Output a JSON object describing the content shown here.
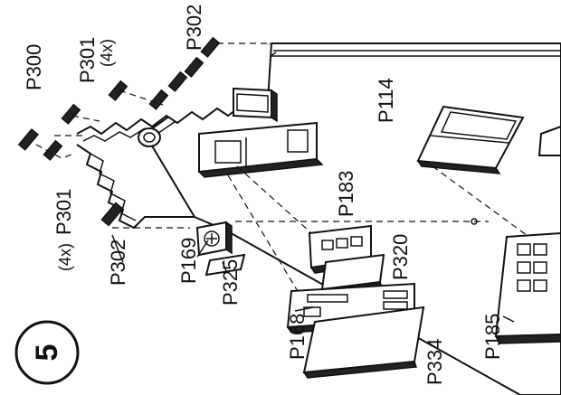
{
  "step": "5",
  "labels": {
    "p300": "P300",
    "p301_top": "P301",
    "p301_top_qty": "(4x)",
    "p302_top": "P302",
    "p114": "P114",
    "p183": "P183",
    "p320": "P320",
    "p169": "P169",
    "p325": "P325",
    "p168": "P168",
    "p334": "P334",
    "p185": "P185",
    "p301_bottom": "P301",
    "p301_bottom_qty": "(4x)",
    "p302_bottom": "P302"
  }
}
